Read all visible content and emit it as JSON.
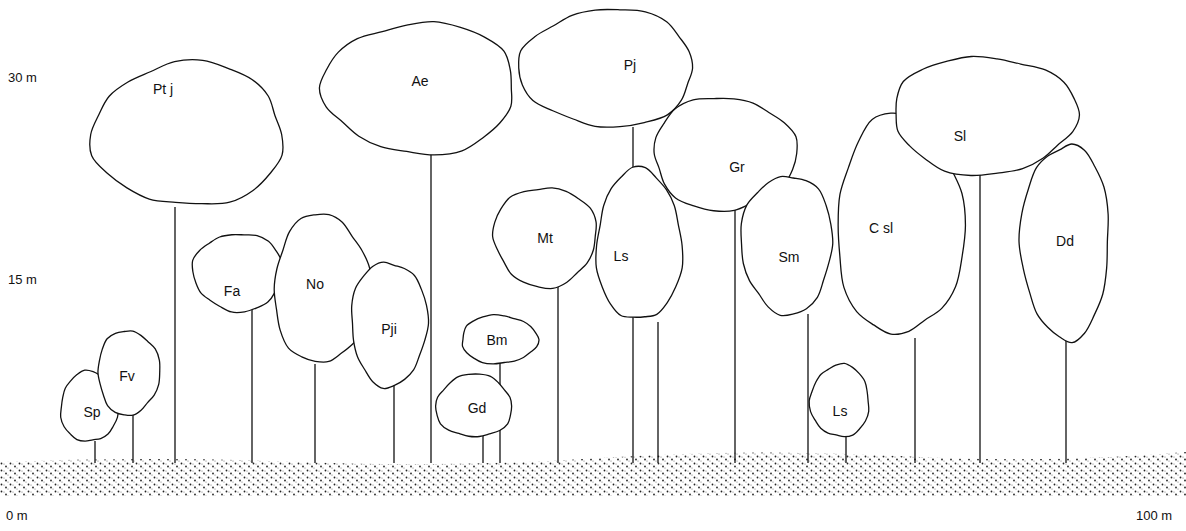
{
  "diagram": {
    "nodes": [
      {
        "text": [
          "Sp"
        ]
      },
      {
        "text": [
          "Fv"
        ]
      },
      {
        "text": [
          "Fa"
        ]
      },
      {
        "text": [
          "Pt j"
        ]
      },
      {
        "text": [
          "No"
        ]
      },
      {
        "text": [
          "Pji"
        ]
      },
      {
        "text": [
          "Ae"
        ]
      },
      {
        "text": [
          "Gd"
        ]
      },
      {
        "text": [
          "Bm"
        ]
      },
      {
        "text": [
          "Mt"
        ]
      },
      {
        "text": [
          "Pj"
        ]
      },
      {
        "text": [
          "Ls"
        ]
      },
      {
        "text": [
          "Gr"
        ]
      },
      {
        "text": [
          "Sm"
        ]
      },
      {
        "text": [
          "Ls"
        ]
      },
      {
        "text": [
          "C sl"
        ]
      },
      {
        "text": [
          "Sl"
        ]
      },
      {
        "text": [
          "Dd"
        ]
      }
    ],
    "labels": [
      "30 m",
      "15 m",
      "0 m",
      "100 m"
    ]
  }
}
